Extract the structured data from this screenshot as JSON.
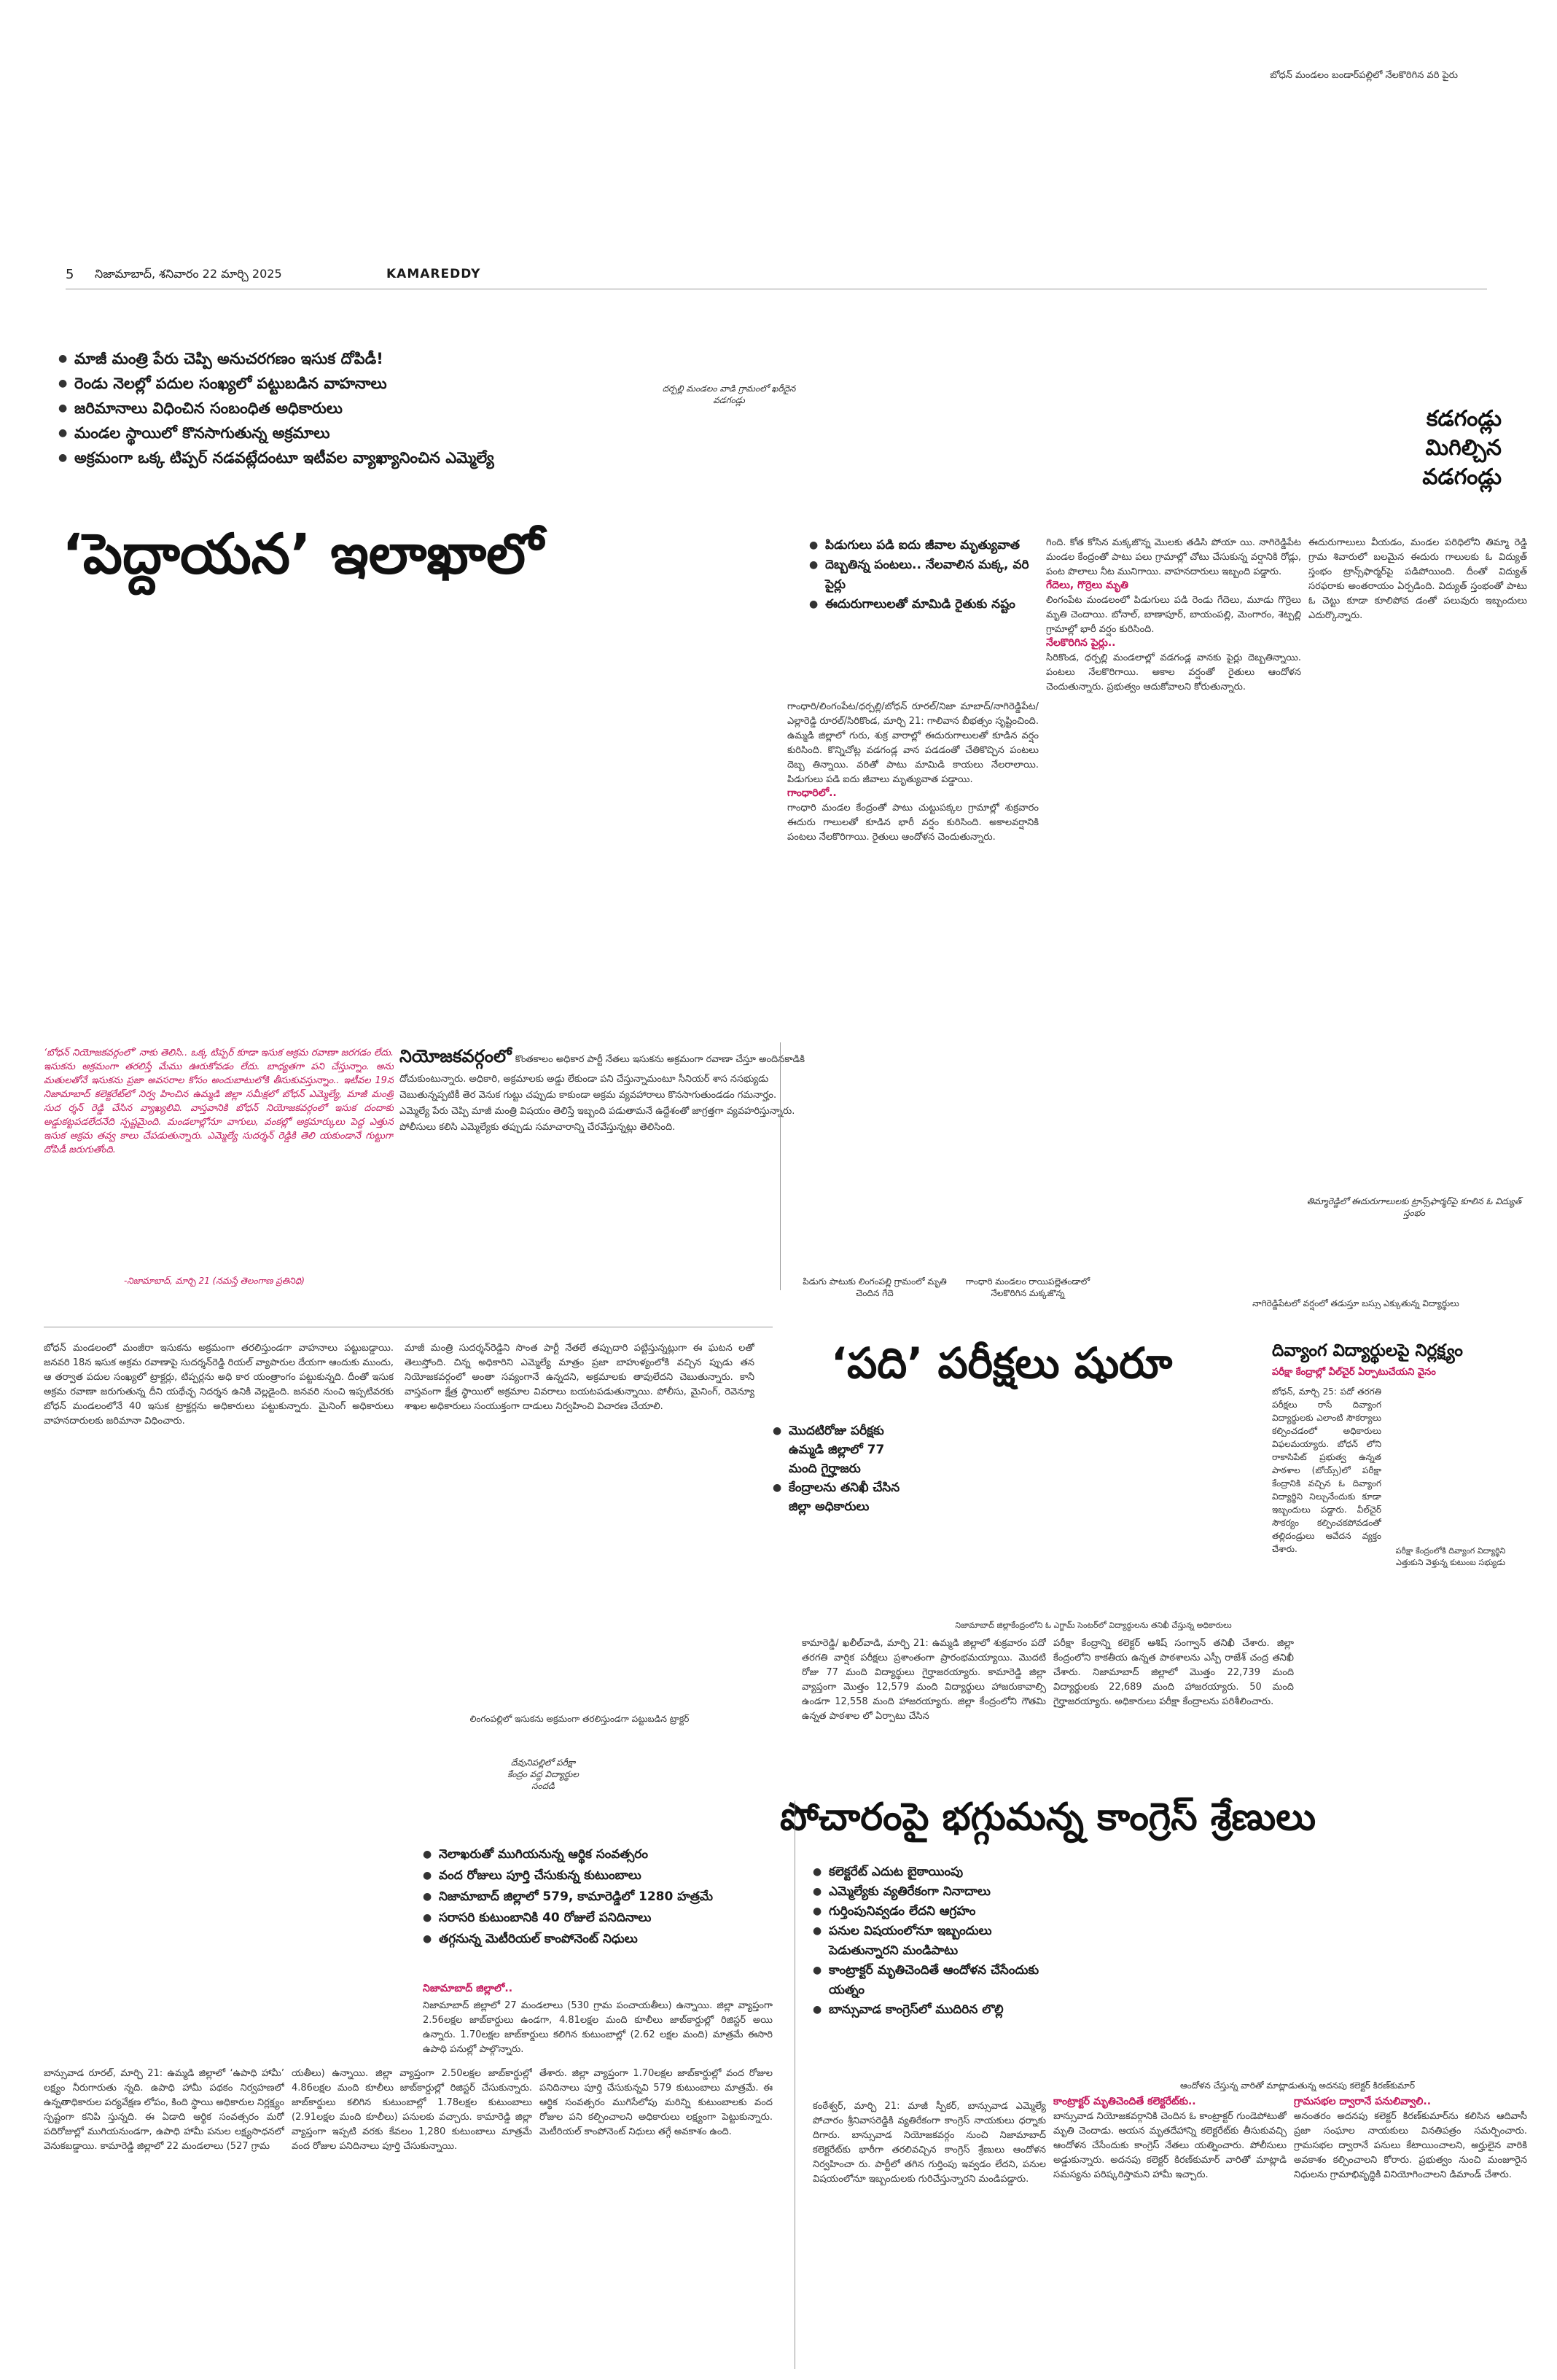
{
  "top_caption": "బోధన్ మండలం బండార్‌పల్లిలో నేలకొరిగిన వరి పైరు",
  "masthead": {
    "page_number": "5",
    "dateline": "నిజామాబాద్, శనివారం 22 మార్చి 2025",
    "section": "KAMAREDDY"
  },
  "story1": {
    "bullets": [
      "మాజీ మంత్రి పేరు చెప్పి అనుచరగణం ఇసుక దోపిడీ!",
      "రెండు నెలల్లో పదుల సంఖ్యలో పట్టుబడిన వాహనాలు",
      "జరిమానాలు విధించిన సంబంధిత అధికారులు",
      "మండల స్థాయిలో కొనసాగుతున్న అక్రమాలు",
      "అక్రమంగా ఒక్క టిప్పర్ నడవట్లేదంటూ ఇటీవల వ్యాఖ్యానించిన ఎమ్మెల్యే"
    ],
    "headline": "‘పెద్దాయన’ ఇలాఖాలో",
    "pink_box": "‘బోధన్ నియోజకవర్గంలో’ నాకు తెలిసి.. ఒక్క టిప్పర్ కూడా ఇసుక అక్రమ రవాణా జరగడం లేదు. ఇసుకను అక్రమంగా తరలిస్తే మేము ఊరుకోవడం లేదు. బాధ్యతగా పని చేస్తున్నాం. అను మతులతోనే ఇసుకను ప్రజా అవసరాల కోసం అందుబాటులోకి తీసుకువస్తున్నాం.. ఇటీవల 19న నిజామాబాద్ కలెక్టరేట్‌లో నిర్వ హించిన ఉమ్మడి జిల్లా సమీక్షలో బోధన్ ఎమ్మెల్యే, మాజీ మంత్రి సుద ర్శన్ రెడ్డి చేసిన వ్యాఖ్యలివి. వాస్తవానికి బోధన్ నియోజకవర్గంలో ఇసుక దందాకు అడ్డుకట్టపడలేదనేది స్పష్టమైంది. మండలాల్లోనూ వాగులు, వంకల్లో అక్రమార్కులు పెద్ద ఎత్తున ఇసుక అక్రమ తవ్వ కాలు చేపడుతున్నారు. ఎమ్మెల్యే సుదర్శన్ రెడ్డికి తెలి యకుండానే గుట్టుగా దోపిడీ జరుగుతోంది.",
    "pink_box_credit": "-నిజామాబాద్, మార్చి 21 (నమస్తే తెలంగాణ ప్రతినిధి)",
    "lede_dropcap": "నియోజకవర్గంలో",
    "lede": "కొంతకాలం అధికార పార్టీ నేతలు ఇసుకను అక్రమంగా రవాణా చేస్తూ అందినకాడికి దోచుకుంటున్నారు. అధికారి, అక్రమాలకు అడ్డు లేకుండా పని చేస్తున్నామంటూ సీనియర్ శాస నసభ్యుడు చెబుతున్నప్పటికీ తెర వెనుక గుట్టు చప్పుడు కాకుండా అక్రమ వ్యవహారాలు కొనసాగుతుండడం గమనార్హం. ఎమ్మెల్యే పేరు చెప్పి మాజీ మంత్రి విషయం తెలిస్తే ఇబ్బంది పడుతామనే ఉద్దేశంతో జాగ్రత్తగా వ్యవహరిస్తున్నారు. పోలీసులు కలిసి ఎమ్మెల్యేకు తప్పుడు సమాచారాన్ని చేరవేస్తున్నట్లు తెలిసింది.",
    "col1": "బోధన్ మండలంలో మంజీరా ఇసుకను అక్రమంగా తరలిస్తుండగా వాహనాలు పట్టుబడ్డాయి. జనవరి 18న ఇసుక అక్రమ రవాణాపై సుదర్శన్‌రెడ్డి రియల్ వ్యాపారుల దేయగా ఆందుకు ముందు, ఆ తర్వాత పదుల సంఖ్యలో ట్రాక్టర్లు, టిప్పర్లను అధి కార యంత్రాంగం పట్టుకున్నది. దీంతో ఇసుక అక్రమ రవాణా జరుగుతున్న దీని యథేచ్ఛ నిదర్శన ఉనికి వెల్లడైంది. జనవరి నుంచి ఇప్పటివరకు బోధన్ మండలంలోనే 40 ఇసుక ట్రాక్టర్లను అధికారులు పట్టుకున్నారు. మైనింగ్ అధికారులు వాహనదారులకు జరిమానా విధించారు.",
    "col2": "మాజీ మంత్రి సుదర్శన్‌రెడ్డిని సొంత పార్టీ నేతలే తప్పుదారి పట్టిస్తున్నట్లుగా ఈ ఘటన లతో తెలుస్తోంది. చిన్న అధికారిని ఎమ్మెల్యే మాత్రం ప్రజా బాహుళ్యంలోకి వచ్చిన ప్పుడు తన నియోజకవర్గంలో అంతా సవ్యంగానే ఉన్నదని, అక్రమాలకు తావులేదని చెబుతున్నారు. కానీ వాస్తవంగా క్షేత్ర స్థాయిలో అక్రమాల వివరాలు బయటపడుతున్నాయి. పోలీసు, మైనింగ్, రెవెన్యూ శాఖల అధికారులు సంయుక్తంగా దాడులు నిర్వహించి విచారణ చేయాలి.",
    "col2_end": "లింగంపల్లిలో ఇసుకను అక్రమంగా తరలిస్తుండగా పట్టుబడిన ట్రాక్టర్"
  },
  "story2": {
    "photo_caption": "దర్పల్లి మండలం వాడి గ్రామంలో ఖరీదైన వడగండ్లు",
    "bullets": [
      "పిడుగులు పడి ఐదు జీవాల మృత్యువాత",
      "దెబ్బతిన్న పంటలు.. నేలవాలిన మక్క, వరి పైర్లు",
      "ఈదురుగాలులతో మామిడి రైతుకు నష్టం"
    ],
    "headline": "కడగండ్లు మిగిల్చిన వడగండ్లు",
    "col1": "గాంధారి/లింగంపేట/ధర్పల్లి/బోధన్ రూరల్/నిజా మాబాద్/నాగిరెడ్డిపేట/ఎల్లారెడ్డి రూరల్/సిరికొండ, మార్చి 21: గాలివాన బీభత్సం సృష్టించింది. ఉమ్మడి జిల్లాలో గురు, శుక్ర వారాల్లో ఈదురుగాలులతో కూడిన వర్షం కురిసింది. కొన్నిచోట్ల వడగండ్ల వాన పడడంతో చేతికొచ్చిన పంటలు దెబ్బ తిన్నాయి. వరితో పాటు మామిడి కాయలు నేలరాలాయి. పిడుగులు పడి ఐదు జీవాలు మృత్యువాత పడ్డాయి.",
    "sub1": "గాంధారిలో..",
    "col1b": "గాంధారి మండల కేంద్రంతో పాటు చుట్టుపక్కల గ్రామాల్లో శుక్రవారం ఈదురు గాలులతో కూడిన భారీ వర్షం కురిసింది. అకాలవర్షానికి పంటలు నేలకొరిగాయి. రైతులు ఆందోళన చెందుతున్నారు.",
    "col2": "గింది. కోత కోసిన మక్కజొన్న మొలకు తడిసి పోయా యి. నాగిరెడ్డిపేట మండల కేంద్రంతో పాటు పలు గ్రామాల్లో చోటు చేసుకున్న వర్షానికి రోడ్లు, పంట పొలాలు నీట మునిగాయి. వాహనదారులు ఇబ్బంది పడ్డారు.",
    "sub2": "గేదెలు, గొర్రెలు మృతి",
    "col2b": "లింగంపేట మండలంలో పిడుగులు పడి రెండు గేదెలు, మూడు గొర్రెలు మృతి చెందాయి. బోనాల్, బాణాపూర్, బాయంపల్లి, మెంగారం, శెట్పల్లి గ్రామాల్లో భారీ వర్షం కురిసింది.",
    "sub3": "నేలకొరిగిన పైర్లు..",
    "col2c": "సిరికొండ, ధర్పల్లి మండలాల్లో వడగండ్ల వానకు పైర్లు దెబ్బతిన్నాయి. పంటలు నేలకొరిగాయి. అకాల వర్షంతో రైతులు ఆందోళన చెందుతున్నారు. ప్రభుత్వం ఆదుకోవాలని కోరుతున్నారు.",
    "col3": "ఈదురుగాలులు వీయడం, మండల పరిధిలోని తిమ్మా రెడ్డి గ్రామ శివారులో బలమైన ఈదురు గాలులకు ఓ విద్యుత్ స్తంభం ట్రాన్స్‌ఫార్మర్‌పై పడిపోయింది. దీంతో విద్యుత్ సరఫరాకు అంతరాయం ఏర్పడింది. విద్యుత్ స్తంభంతో పాటు ఓ చెట్టు కూడా కూలిపోవ డంతో పలువురు ఇబ్బందులు ఎదుర్కొన్నారు.",
    "photo2_caption": "తిమ్మారెడ్డిలో ఈదురుగాలులకు ట్రాన్స్‌ఫార్మర్‌పై కూలిన ఓ విద్యుత్ స్తంభం"
  },
  "story3": {
    "photo_caption_a": "పిడుగు పాటుకు లింగంపల్లి గ్రామంలో మృతి చెందిన గేదె",
    "photo_caption_b": "గాంధారి మండలం రాయిపల్లెతండాలో నేలకొరిగిన మక్కజొన్న",
    "photo_caption_c": "నాగిరెడ్డిపేటలో వర్షంలో తడుస్తూ బస్సు ఎక్కుతున్న విద్యార్థులు",
    "headline": "‘పది’ పరీక్షలు షురూ",
    "bullets": [
      "మొదటిరోజు పరీక్షకు ఉమ్మడి జిల్లాలో 77 మంది గైర్హాజరు",
      "కేంద్రాలను తనిఖీ చేసిన జిల్లా అధికారులు"
    ],
    "photo_caption_main": "నిజామాబాద్ జిల్లాకేంద్రంలోని ఓ ఎగ్జామ్ సెంటర్‌లో విద్యార్థులను తనిఖీ చేస్తున్న అధికారులు",
    "col1": "కామారెడ్డి/ ఖలీల్‌వాడి, మార్చి 21: ఉమ్మడి జిల్లాలో శుక్రవారం పదో తరగతి వార్షిక పరీక్షలు ప్రశాంతంగా ప్రారంభమయ్యాయి. మొదటి రోజు 77 మంది విద్యార్థులు గైర్హాజరయ్యారు. కామారెడ్డి జిల్లా వ్యాప్తంగా మొత్తం 12,579 మంది విద్యార్థులు హాజరుకావాల్సి ఉండగా 12,558 మంది హాజరయ్యారు. జిల్లా కేంద్రంలోని గౌతమి ఉన్నత పాఠశాల లో ఏర్పాటు చేసిన",
    "col2": "పరీక్షా కేంద్రాన్ని కలెక్టర్ ఆశిష్ సంగ్వాన్ తనిఖీ చేశారు. జిల్లా కేంద్రంలోని కాకతీయ ఉన్నత పాఠశాలను ఎస్పీ రాజేశ్ చంద్ర తనిఖీ చేశారు. నిజామాబాద్ జిల్లాలో మొత్తం 22,739 మంది విద్యార్థులకు 22,689 మంది హాజరయ్యారు. 50 మంది గైర్హాజరయ్యారు. అధికారులు పరీక్షా కేంద్రాలను పరిశీలించారు.",
    "side_headline": "దివ్యాంగ విద్యార్థులపై నిర్లక్ష్యం",
    "side_subhead": "పరీక్షా కేంద్రాల్లో వీల్‌చైర్ ఏర్పాటుచేయని వైనం",
    "side_col": "బోధన్, మార్చి 25: పదో తరగతి పరీక్షలు రాసే దివ్యాంగ విద్యార్థులకు ఎలాంటి సౌకర్యాలు కల్పించడంలో అధికారులు విఫలమయ్యారు. బోధన్ లోని రాకాసిపేట్ ప్రభుత్వ ఉన్నత పాఠశాల (బోయ్స్)లో పరీక్షా కేంద్రానికి వచ్చిన ఓ దివ్యాంగ విద్యార్థిని నిల్చునేందుకు కూడా ఇబ్బందులు పడ్డారు. వీల్‌చైర్ సౌకర్యం కల్పించకపోవడంతో తల్లిదండ్రులు ఆవేదన వ్యక్తం చేశారు.",
    "side_photo_caption": "పరీక్షా కేంద్రంలోకి దివ్యాంగ విద్యార్థిని ఎత్తుకుని వెళ్తున్న కుటుంబ సభ్యుడు"
  },
  "story4": {
    "photo_caption": "దేవునిపల్లిలో పరీక్షా కేంద్రం వద్ద విద్యార్థుల సందడి",
    "bullets": [
      "నెలాఖరుతో ముగియనున్న ఆర్థిక సంవత్సరం",
      "వంద రోజులు పూర్తి చేసుకున్న కుటుంబాలు",
      "నిజామాబాద్ జిల్లాలో 579, కామారెడ్డిలో 1280 హత్రమే",
      "సరాసరి కుటుంబానికి 40 రోజులే పనిదినాలు",
      "తగ్గనున్న మెటీరియల్ కాంపోనెంట్ నిధులు"
    ],
    "sub1": "నిజామాబాద్ జిల్లాలో..",
    "col_top": "నిజామాబాద్ జిల్లాలో 27 మండలాలు (530 గ్రామ పంచాయతీలు) ఉన్నాయి. జిల్లా వ్యాప్తంగా 2.56లక్షల జాబ్‌కార్డులు ఉండగా, 4.81లక్షల మంది కూలీలు జాబ్‌కార్డుల్లో రిజిస్టర్ అయి ఉన్నారు. 1.70లక్షల జాబ్‌కార్డులు కలిగిన కుటుంబాల్లో (2.62 లక్షల మంది) మాత్రమే ఈసారి ఉపాధి పనుల్లో పాల్గొన్నారు.",
    "col1": "బాన్సువాడ రూరల్, మార్చి 21: ఉమ్మడి జిల్లాలో ‘ఉపాధి హామీ’ లక్ష్యం నీరుగారుతు న్నది. ఉపాధి హామీ పథకం నిర్వహణలో ఉన్నతాధికారుల పర్యవేక్షణ లోపం, కింది స్థాయి అధికారుల నిర్లక్ష్యం స్పష్టంగా కనిపి స్తున్నది. ఈ ఏడాది ఆర్థిక సంవత్సరం మరో పదిరోజుల్లో ముగియనుండగా, ఉపాధి హామీ పనుల లక్ష్యసాధనలో వెనుకబడ్డాయి. కామారెడ్డి జిల్లాలో 22 మండలాలు (527 గ్రామ",
    "col2": "యతీలు) ఉన్నాయి. జిల్లా వ్యాప్తంగా 2.50లక్షల జాబ్‌కార్డుల్లో 4.86లక్షల మంది కూలీలు జాబ్‌కార్డుల్లో రిజిస్టర్ చేసుకున్నారు. జాబ్‌కార్డులు కలిగిన కుటుంబాల్లో 1.78లక్షల కుటుంబాలు (2.91లక్షల మంది కూలీలు) పనులకు వచ్చారు. కామారెడ్డి జిల్లా వ్యాప్తంగా ఇప్పటి వరకు కేవలం 1,280 కుటుంబాలు మాత్రమే వంద రోజుల పనిదినాలు పూర్తి చేసుకున్నాయి.",
    "col3": "తేశారు. జిల్లా వ్యాప్తంగా 1.70లక్షల జాబ్‌కార్డుల్లో వంద రోజుల పనిదినాలు పూర్తి చేసుకున్నవి 579 కుటుంబాలు మాత్రమే. ఈ ఆర్థిక సంవత్సరం ముగిసేలోపు మరిన్ని కుటుంబాలకు వంద రోజుల పని కల్పించాలని అధికారులు లక్ష్యంగా పెట్టుకున్నారు. మెటీరియల్ కాంపోనెంట్ నిధులు తగ్గే అవకాశం ఉంది."
  },
  "story5": {
    "headline": "పోచారంపై భగ్గుమన్న కాంగ్రెస్ శ్రేణులు",
    "bullets": [
      "కలెక్టరేట్ ఎదుట బైఠాయింపు",
      "ఎమ్మెల్యేకు వ్యతిరేకంగా నినాదాలు",
      "గుర్తింపునివ్వడం లేదని ఆగ్రహం",
      "పనుల విషయంలోనూ ఇబ్బందులు పెడుతున్నారని మండిపాటు",
      "కాంట్రాక్టర్ మృతిచెందితే ఆందోళన చేసేందుకు యత్నం",
      "బాన్సువాడ కాంగ్రెస్‌లో ముదిరిన లొల్లి"
    ],
    "photo_caption": "ఆందోళన చేస్తున్న వారితో మాట్లాడుతున్న అదనపు కలెక్టర్ కిరణ్‌కుమార్",
    "col1": "కంఠేశ్వర్, మార్చి 21: మాజీ స్పీకర్, బాన్సువాడ ఎమ్మెల్యే పోచారం శ్రీనివాసరెడ్డికి వ్యతిరేకంగా కాంగ్రెస్ నాయకులు ధర్నాకు దిగారు. బాన్సువాడ నియోజకవర్గం నుంచి నిజామాబాద్ కలెక్టరేట్‌కు భారీగా తరలివచ్చిన కాంగ్రెస్ శ్రేణులు ఆందోళన నిర్వహించా రు. పార్టీలో తగిన గుర్తింపు ఇవ్వడం లేదని, పనుల విషయంలోనూ ఇబ్బందులకు గురిచేస్తున్నారని మండిపడ్డారు.",
    "sub1": "కాంట్రాక్టర్ మృతిచెందితే కలెక్టరేట్‌కు..",
    "col2": "బాన్సువాడ నియోజకవర్గానికి చెందిన ఓ కాంట్రాక్టర్ గుండెపోటుతో మృతి చెందాడు. ఆయన మృతదేహాన్ని కలెక్టరేట్‌కు తీసుకువచ్చి ఆందోళన చేసేందుకు కాంగ్రెస్ నేతలు యత్నించారు. పోలీసులు అడ్డుకున్నారు. అదనపు కలెక్టర్ కిరణ్‌కుమార్ వారితో మాట్లాడి సమస్యను పరిష్కరిస్తామని హామీ ఇచ్చారు.",
    "sub2": "గ్రామసభల ద్వారానే పనులివ్వాలి..",
    "col3": "అనంతరం అదనపు కలెక్టర్ కిరణ్‌కుమార్‌ను కలిసిన ఆదివాసీ ప్రజా సంఘాల నాయకులు వినతిపత్రం సమర్పించారు. గ్రామసభల ద్వారానే పనులు కేటాయించాలని, అర్హులైన వారికి అవకాశం కల్పించాలని కోరారు. ప్రభుత్వం నుంచి మంజూరైన నిధులను గ్రామాభివృద్ధికి వినియోగించాలని డిమాండ్ చేశారు."
  }
}
